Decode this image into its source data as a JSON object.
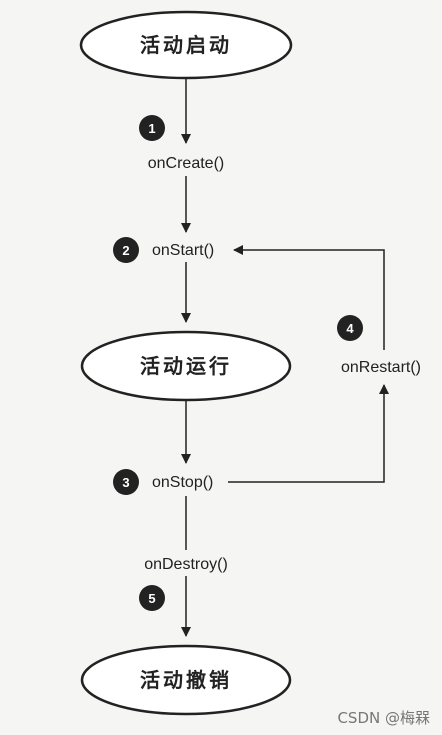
{
  "diagram": {
    "states": {
      "start": "活动启动",
      "running": "活动运行",
      "destroyed": "活动撤销"
    },
    "methods": {
      "on_create": "onCreate()",
      "on_start": "onStart()",
      "on_restart": "onRestart()",
      "on_stop": "onStop()",
      "on_destroy": "onDestroy()"
    },
    "steps": [
      "1",
      "2",
      "3",
      "4",
      "5"
    ],
    "colors": {
      "stroke": "#222222",
      "badge": "#222222",
      "background": "#f5f5f3"
    }
  },
  "watermark": "CSDN @梅槑"
}
